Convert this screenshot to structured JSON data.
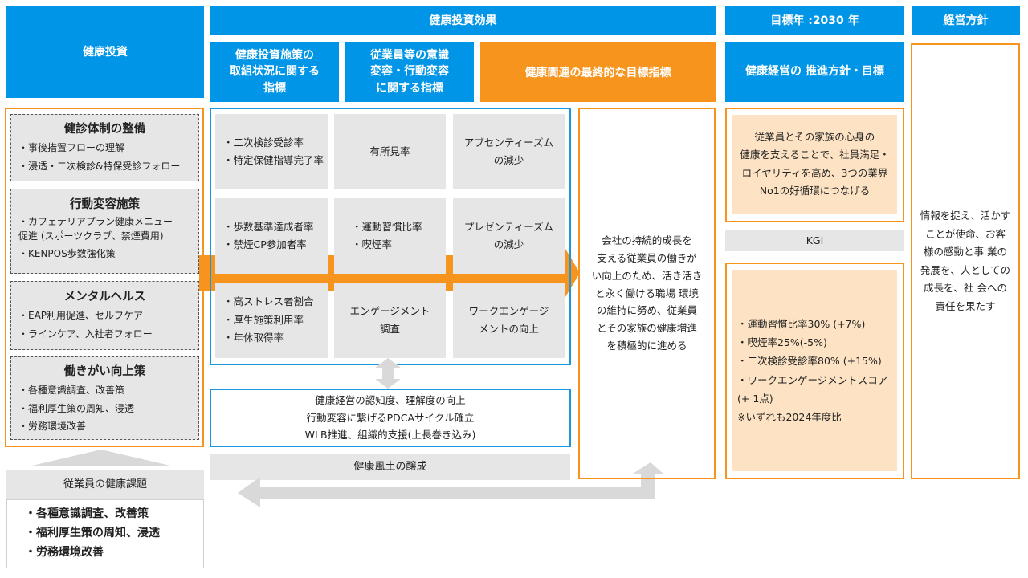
{
  "headers": {
    "kenko_toshi": "健康投資",
    "kenko_toshi_koka": "健康投資効果",
    "mokuhyonen": "目標年 :2030 年",
    "keiei_hoshin": "経営方針"
  },
  "subheaders": {
    "col1": [
      "健康投資施策の",
      "取組状況に関する",
      "指標"
    ],
    "col2": [
      "従業員等の意識",
      "変容・行動変容",
      "に関する指標"
    ],
    "col3": "健康関連の最終的な目標指標",
    "col4": "健康経営の 推進方針・目標"
  },
  "investments": [
    {
      "title": "健診体制の整備",
      "items": [
        "・事後措置フローの理解",
        "・浸透・二次検診&特保受診フォロー"
      ]
    },
    {
      "title": "行動変容施策",
      "items": [
        "・カフェテリアプラン健康メニュー",
        "促進 (スポーツクラブ、禁煙費用)",
        "・KENPOS歩数強化策"
      ]
    },
    {
      "title": "メンタルヘルス",
      "items": [
        "・EAP利用促進、セルフケア",
        "・ラインケア、入社者フォロー"
      ]
    },
    {
      "title": "働きがい向上策",
      "items": [
        "・各種意識調査、改善策",
        "・福利厚生策の周知、浸透",
        "・労務環境改善"
      ]
    }
  ],
  "grid": {
    "row1": {
      "c1": [
        "・二次検診受診率",
        "・特定保健指導完了率"
      ],
      "c2": "有所見率",
      "c3": [
        "アブセンティーズム",
        "の減少"
      ]
    },
    "row2": {
      "c1": [
        "・歩数基準達成者率",
        "・禁煙CP参加者率"
      ],
      "c2": [
        "・運動習慣比率",
        "・喫煙率"
      ],
      "c3": [
        "プレゼンティーズム",
        "の減少"
      ]
    },
    "row3": {
      "c1": [
        "・高ストレス者割合",
        "・厚生施策利用率",
        "・年休取得率"
      ],
      "c2": [
        "エンゲージメント",
        "調査"
      ],
      "c3": [
        "ワークエンゲージ",
        "メントの向上"
      ]
    }
  },
  "culture_box": [
    "健康経営の認知度、理解度の向上",
    "行動変容に繋げるPDCAサイクル確立",
    "WLB推進、組織的支援(上長巻き込み)"
  ],
  "culture_label": "健康風土の醸成",
  "final_goal": [
    "会社の持続的成長を",
    "支える従業員の働きが",
    "い向上のため、活き活き",
    "と永く働ける職場 環境",
    "の維持に努め、従業員",
    "とその家族の健康増進",
    "を積極的に進める"
  ],
  "policy": [
    "従業員とその家族の心身の",
    "健康を支えることで、社員満足・",
    "ロイヤリティを高め、3つの業界",
    "No1の好循環につなげる"
  ],
  "kgi_label": "KGI",
  "kgi_items": [
    "・運動習慣比率30% (+7%)",
    "・喫煙率25%(-5%)",
    "・二次検診受診率80% (+15%)",
    "・ワークエンゲージメントスコア",
    "(+ 1点)",
    "※いずれも2024年度比"
  ],
  "management": [
    "情報を捉え、活かす",
    "ことが使命、お客",
    "様の感動と事 業の",
    "発展を、人としての",
    "成長を、社 会への",
    "責任を果たす"
  ],
  "issues_title": "従業員の健康課題",
  "issues": [
    "・各種意識調査、改善策",
    "・福利厚生策の周知、浸透",
    "・労務環境改善"
  ],
  "colors": {
    "blue": "#0095e6",
    "orange": "#f7941d",
    "grey": "#e6e6e6",
    "peach": "#fde3c4"
  }
}
